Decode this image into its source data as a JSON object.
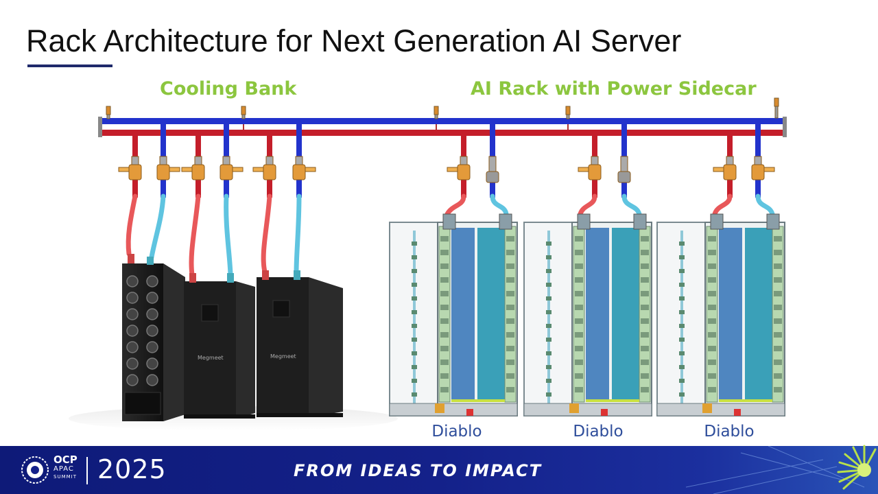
{
  "slide": {
    "title": "Rack Architecture for Next Generation AI Server",
    "sections": {
      "cooling_bank": "Cooling Bank",
      "ai_rack": "AI Rack with Power Sidecar"
    },
    "racks": [
      {
        "label": "Diablo"
      },
      {
        "label": "Diablo"
      },
      {
        "label": "Diablo"
      }
    ],
    "cabinet_brand": "Megmeet"
  },
  "footer": {
    "logo_ocp": "OCP",
    "logo_apac": "APAC",
    "logo_summit": "SUMMIT",
    "year": "2025",
    "tagline": "FROM IDEAS TO IMPACT"
  },
  "colors": {
    "supply_pipe": "#2233cc",
    "return_pipe": "#c41e2a",
    "hot_hose": "#e8585a",
    "cold_hose": "#5fc4e0",
    "accent_green": "#8cc63f",
    "label_blue": "#2f4e9b",
    "footer_bg": "#14218a"
  }
}
